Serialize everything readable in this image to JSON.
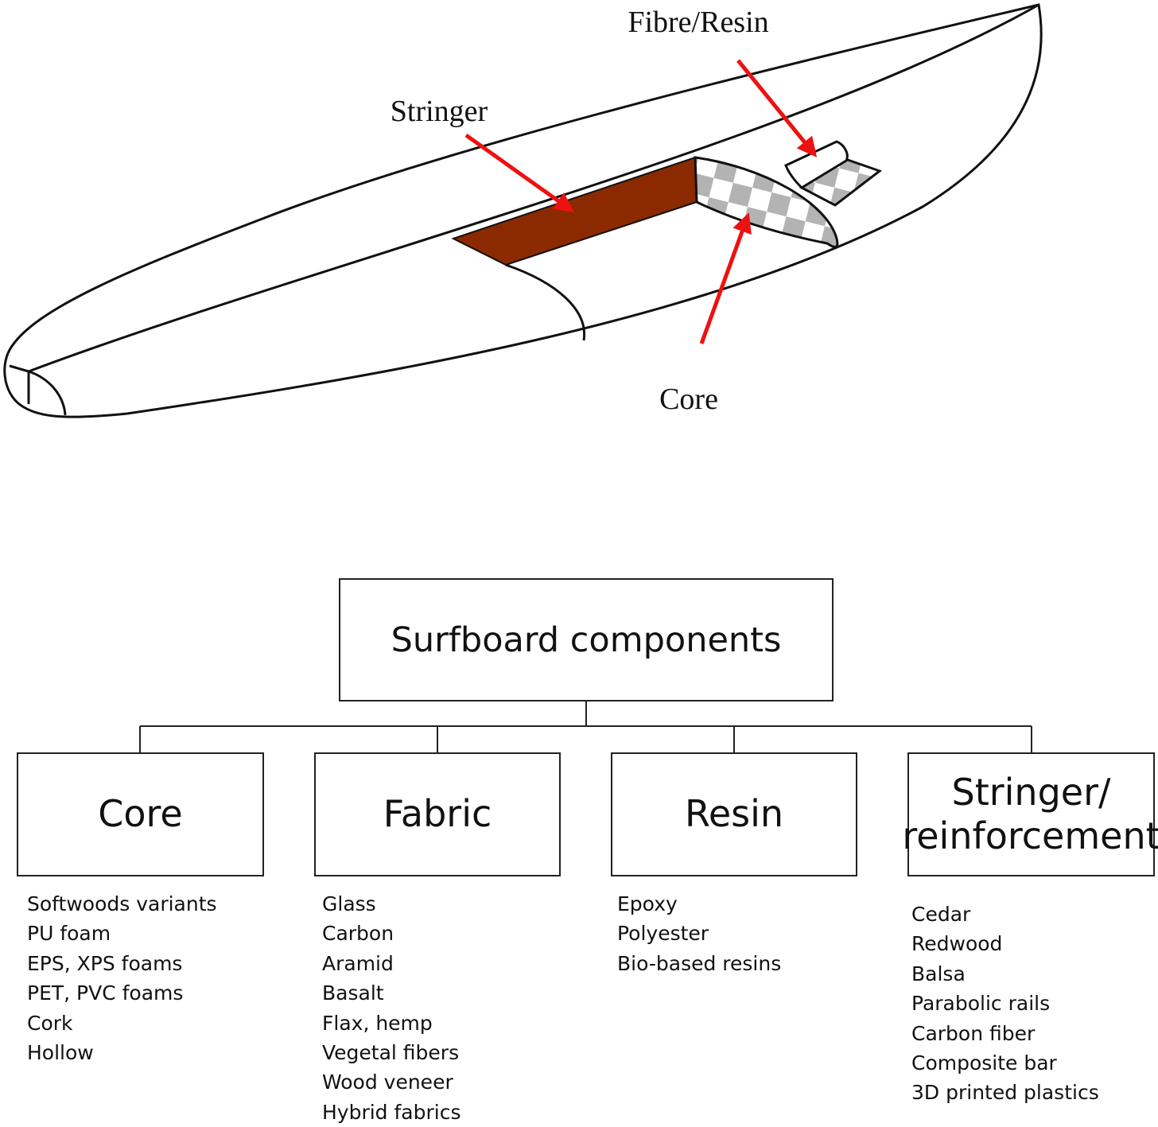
{
  "callouts": {
    "fibre_resin": "Fibre/Resin",
    "stringer": "Stringer",
    "core": "Core"
  },
  "colors": {
    "stringer_fill": "#8b2a00",
    "arrow": "#ee1111",
    "checker_light": "#ffffff",
    "checker_dark": "#b3b3b3",
    "outline": "#111111"
  },
  "root": {
    "title": "Surfboard components"
  },
  "categories": [
    {
      "key": "core",
      "title": [
        "Core"
      ],
      "items": [
        "Softwoods variants",
        "PU foam",
        "EPS, XPS foams",
        "PET, PVC foams",
        "Cork",
        "Hollow"
      ]
    },
    {
      "key": "fabric",
      "title": [
        "Fabric"
      ],
      "items": [
        "Glass",
        "Carbon",
        "Aramid",
        "Basalt",
        "Flax, hemp",
        "Vegetal fibers",
        "Wood veneer",
        "Hybrid fabrics"
      ]
    },
    {
      "key": "resin",
      "title": [
        "Resin"
      ],
      "items": [
        "Epoxy",
        "Polyester",
        "Bio-based resins"
      ]
    },
    {
      "key": "stringer",
      "title": [
        "Stringer/",
        "reinforcement"
      ],
      "items": [
        "Cedar",
        "Redwood",
        "Balsa",
        "Parabolic rails",
        "Carbon fiber",
        "Composite bar",
        "3D printed plastics"
      ]
    }
  ]
}
